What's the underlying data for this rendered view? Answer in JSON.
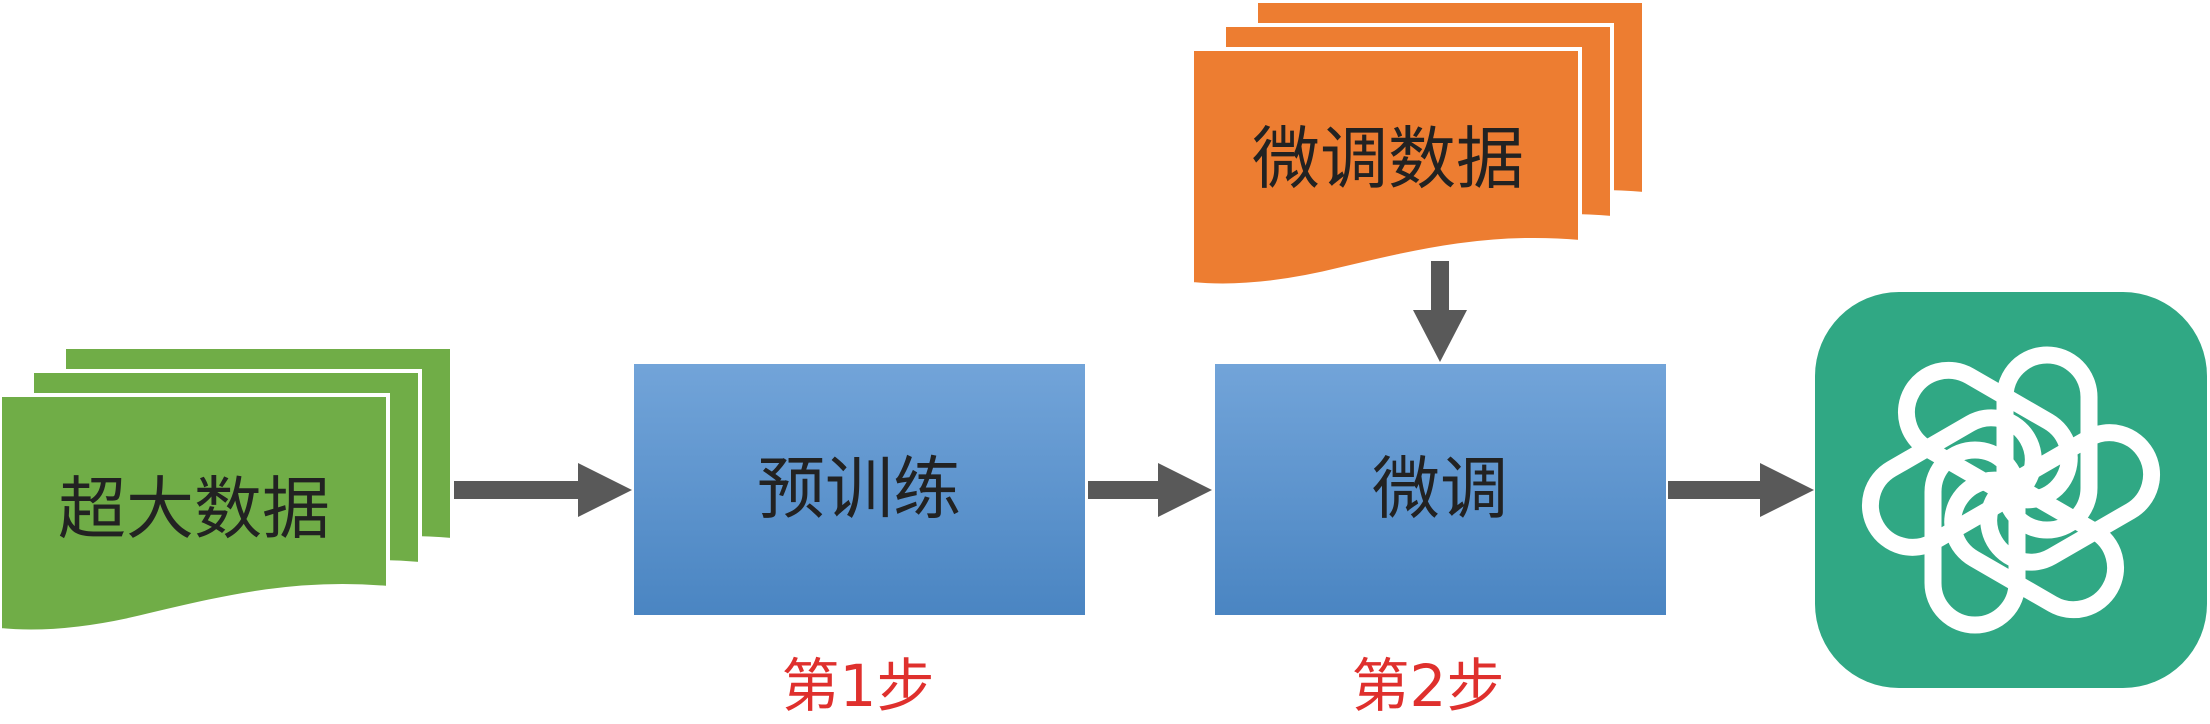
{
  "diagram": {
    "input_data": {
      "label": "超大数据"
    },
    "finetune_data": {
      "label": "微调数据"
    },
    "steps": [
      {
        "box_label": "预训练",
        "step_label": "第1步"
      },
      {
        "box_label": "微调",
        "step_label": "第2步"
      }
    ],
    "output": {
      "icon": "openai-logo-icon"
    }
  },
  "colors": {
    "input_doc": "#70ad47",
    "finetune_doc": "#ed7d31",
    "step_box_top": "#72a4d9",
    "step_box_bottom": "#4a85c2",
    "arrow": "#595959",
    "step_label": "#df302d",
    "output_tile": "#30a884"
  }
}
